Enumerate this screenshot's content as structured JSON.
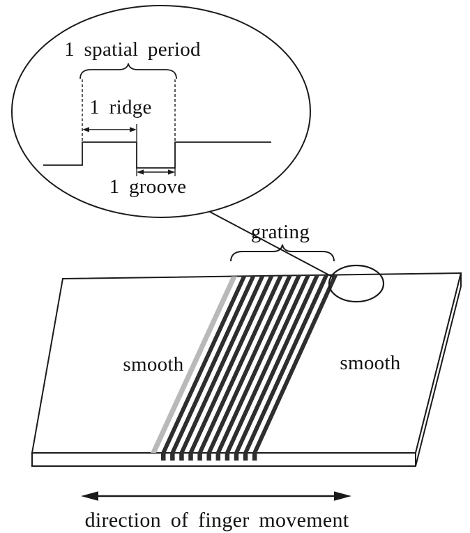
{
  "diagram": {
    "inset": {
      "spatial_period_label": "1 spatial period",
      "ridge_label": "1 ridge",
      "groove_label": "1 groove"
    },
    "plate": {
      "grating_label": "grating",
      "smooth_left_label": "smooth",
      "smooth_right_label": "smooth",
      "ridge_count": 11
    },
    "movement_arrow_label": "direction of finger movement",
    "colors": {
      "line": "#1a1a1a",
      "ridge_fill": "#2e2e2e",
      "background": "#ffffff"
    }
  }
}
